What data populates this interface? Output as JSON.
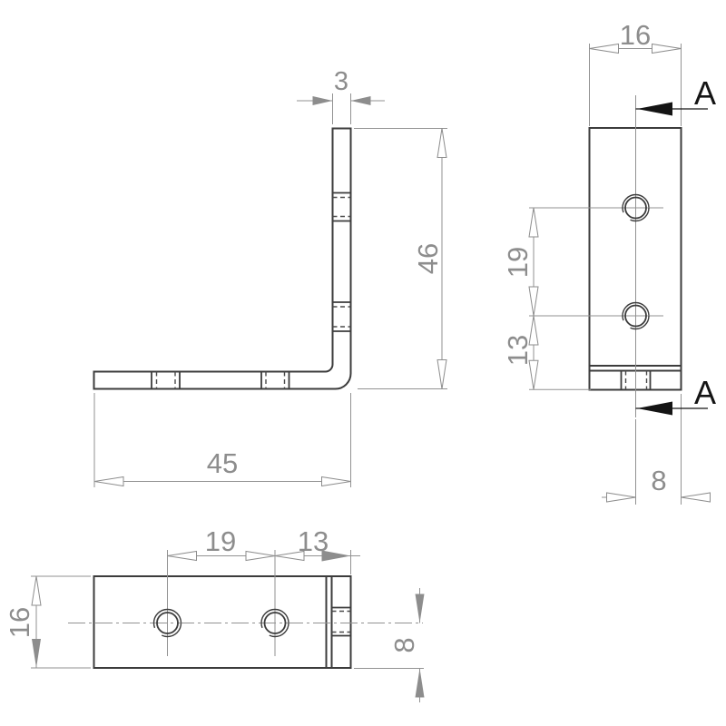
{
  "drawing": {
    "side": {
      "thickness": "3",
      "height": "46",
      "length": "45"
    },
    "front": {
      "width": "16",
      "hole_spacing": "19",
      "hole_to_edge": "13",
      "hole_offset": "8",
      "section_label": "A"
    },
    "bottom": {
      "width": "16",
      "hole_spacing": "19",
      "hole_to_edge": "13",
      "hole_offset": "8"
    },
    "colors": {
      "background": "#ffffff",
      "outline": "#3c3c3c",
      "dimension": "#8d8d8d",
      "section": "#141414"
    }
  }
}
